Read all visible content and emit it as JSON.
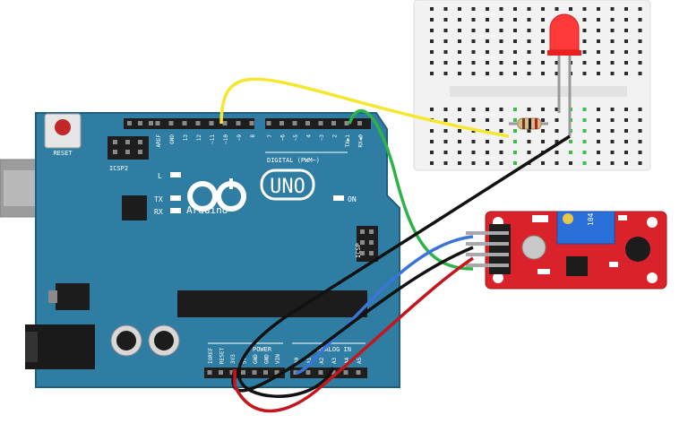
{
  "board": {
    "logo_text": "UNO",
    "brand_text": "Arduino",
    "reset_label": "RESET",
    "icsp2_label": "ICSP2",
    "icsp_label": "ICSP",
    "on_label": "ON",
    "l_label": "L",
    "tx_label": "TX",
    "rx_label": "RX",
    "digital_label": "DIGITAL (PWM~)",
    "power_label": "POWER",
    "analog_label": "ANALOG IN",
    "top_pins": [
      "AREF",
      "GND",
      "13",
      "12",
      "~11",
      "~10",
      "~9",
      "8",
      "7",
      "~6",
      "~5",
      "4",
      "~3",
      "2",
      "TX▶1",
      "RX◀0"
    ],
    "power_pins": [
      "IOREF",
      "RESET",
      "3V3",
      "5V",
      "GND",
      "GND",
      "VIN"
    ],
    "analog_pins": [
      "A0",
      "A1",
      "A2",
      "A3",
      "A4",
      "A5"
    ]
  },
  "module": {
    "trimmer_label": "104"
  },
  "colors": {
    "board": "#2f7da3",
    "board_edge": "#1f5f80",
    "breadboard": "#f2f2f2",
    "module": "#d9222a",
    "wire_yellow": "#f5e62e",
    "wire_green": "#2fb24a",
    "wire_black": "#111111",
    "wire_blue": "#3a74d6",
    "wire_red": "#c4161c",
    "led": "#ff3a3a"
  }
}
